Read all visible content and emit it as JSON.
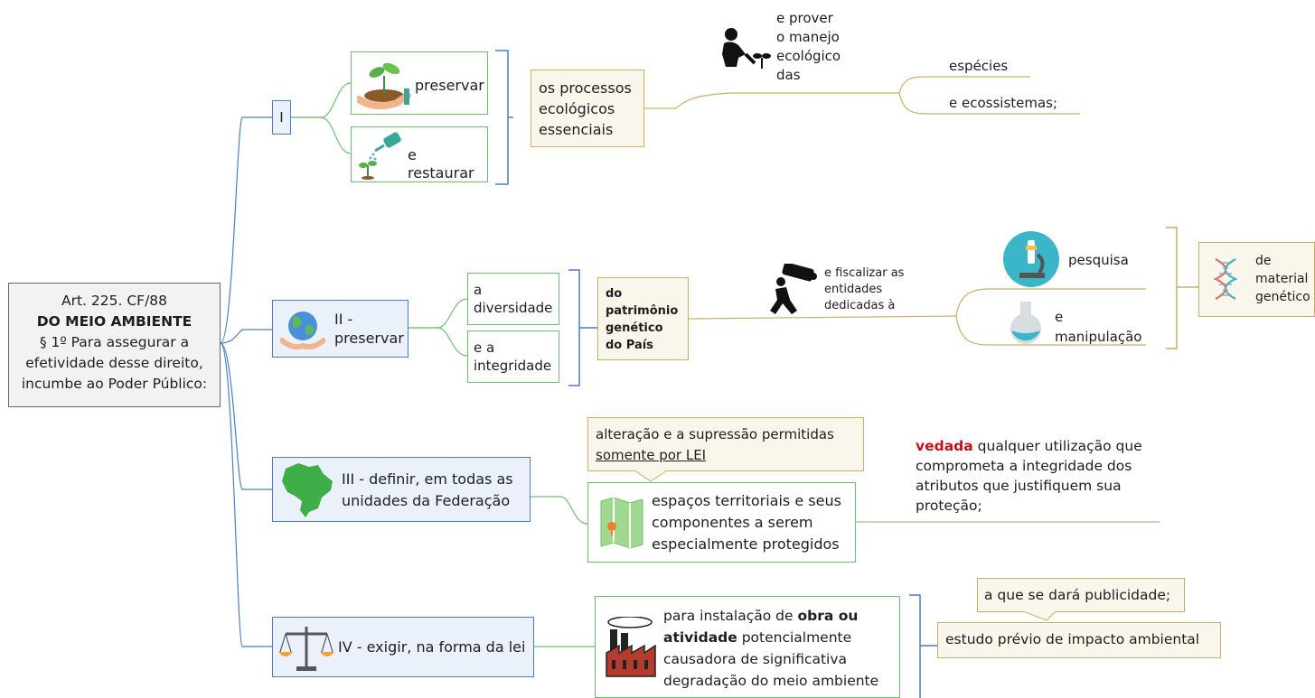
{
  "root": {
    "line1": "Art. 225. CF/88",
    "line2": "DO MEIO AMBIENTE",
    "line3": "§ 1º Para assegurar a",
    "line4": "efetividade desse direito,",
    "line5": "incumbe ao Poder Público:"
  },
  "branch_I": {
    "label": "I",
    "preservar": "preservar",
    "restaurar": "e restaurar",
    "processos": [
      "os processos",
      "ecológicos",
      "essenciais"
    ],
    "prover": [
      "e prover",
      "o manejo",
      "ecológico",
      "das"
    ],
    "especies": "espécies",
    "ecossistemas": "e ecossistemas;"
  },
  "branch_II": {
    "label": [
      "II -",
      "preservar"
    ],
    "diversidade": [
      "a",
      "diversidade"
    ],
    "integridade": [
      "e a",
      "integridade"
    ],
    "patrimonio": [
      "do",
      "patrimônio",
      "genético",
      "do País"
    ],
    "fiscalizar": [
      "e fiscalizar as",
      "entidades",
      "dedicadas à"
    ],
    "pesquisa": "pesquisa",
    "manipulacao": [
      "e",
      "manipulação"
    ],
    "material": [
      "de",
      "material",
      "genético"
    ]
  },
  "branch_III": {
    "label": [
      "III - definir, em todas as",
      "unidades da Federação"
    ],
    "alteracao": [
      "alteração e a supressão permitidas",
      "somente por LEI"
    ],
    "espacos": [
      "espaços territoriais e seus",
      "componentes a serem",
      "especialmente protegidos"
    ],
    "vedada_word": "vedada",
    "vedada": [
      " qualquer utilização que",
      "comprometa a integridade dos",
      "atributos que justifiquem sua",
      "proteção;"
    ]
  },
  "branch_IV": {
    "label": "IV - exigir, na forma da lei",
    "obra_a": "para instalação de ",
    "obra_b": "obra ou",
    "obra_c": "atividade",
    "obra_d": " potencialmente",
    "obra_e": "causadora de significativa",
    "obra_f": "degradação do meio ambiente",
    "publicidade": "a que se dará publicidade;",
    "estudo": "estudo prévio de impacto ambiental"
  },
  "colors": {
    "blue": "#4a7fc1",
    "green": "#6fbf73",
    "tan": "#c8b063",
    "red": "#c0101c"
  }
}
